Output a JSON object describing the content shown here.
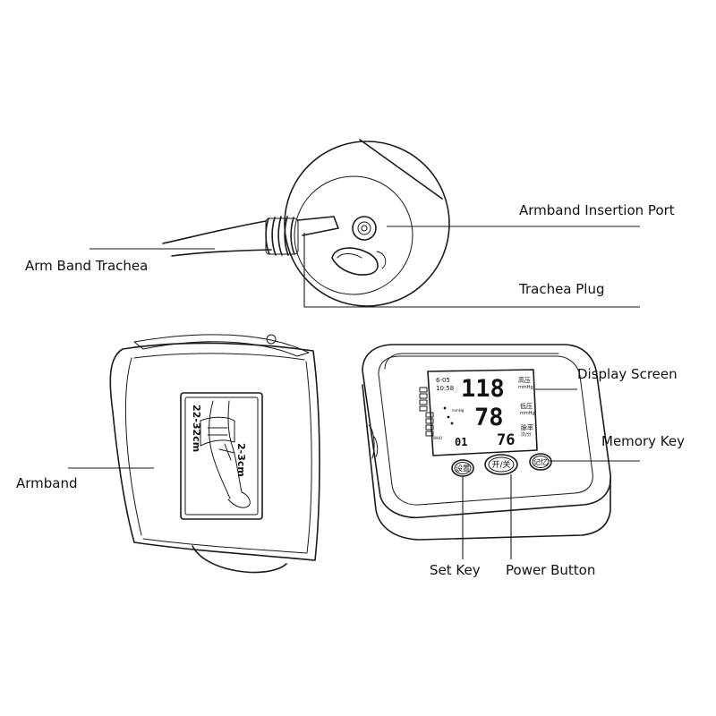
{
  "labels": {
    "armband_insertion_port": "Armband Insertion Port",
    "arm_band_trachea": "Arm Band Trachea",
    "trachea_plug": "Trachea Plug",
    "display_screen": "Display Screen",
    "memory_key": "Memory Key",
    "armband": "Armband",
    "set_key": "Set Key",
    "power_button": "Power Button"
  },
  "cuff": {
    "size_range": "22-32cm",
    "offset": "2-3cm"
  },
  "screen": {
    "date": "6-05",
    "time": "10:58",
    "systolic": "118",
    "diastolic": "78",
    "pulse": "76",
    "memory_no": "01",
    "unit": "mmHg",
    "sys_label": "高压",
    "dia_label": "低压",
    "pulse_label": "脉率",
    "pulse_unit": "次/分",
    "who_label": "WHO"
  },
  "buttons": {
    "set": "设置",
    "power": "开/关",
    "memory": "记忆"
  }
}
